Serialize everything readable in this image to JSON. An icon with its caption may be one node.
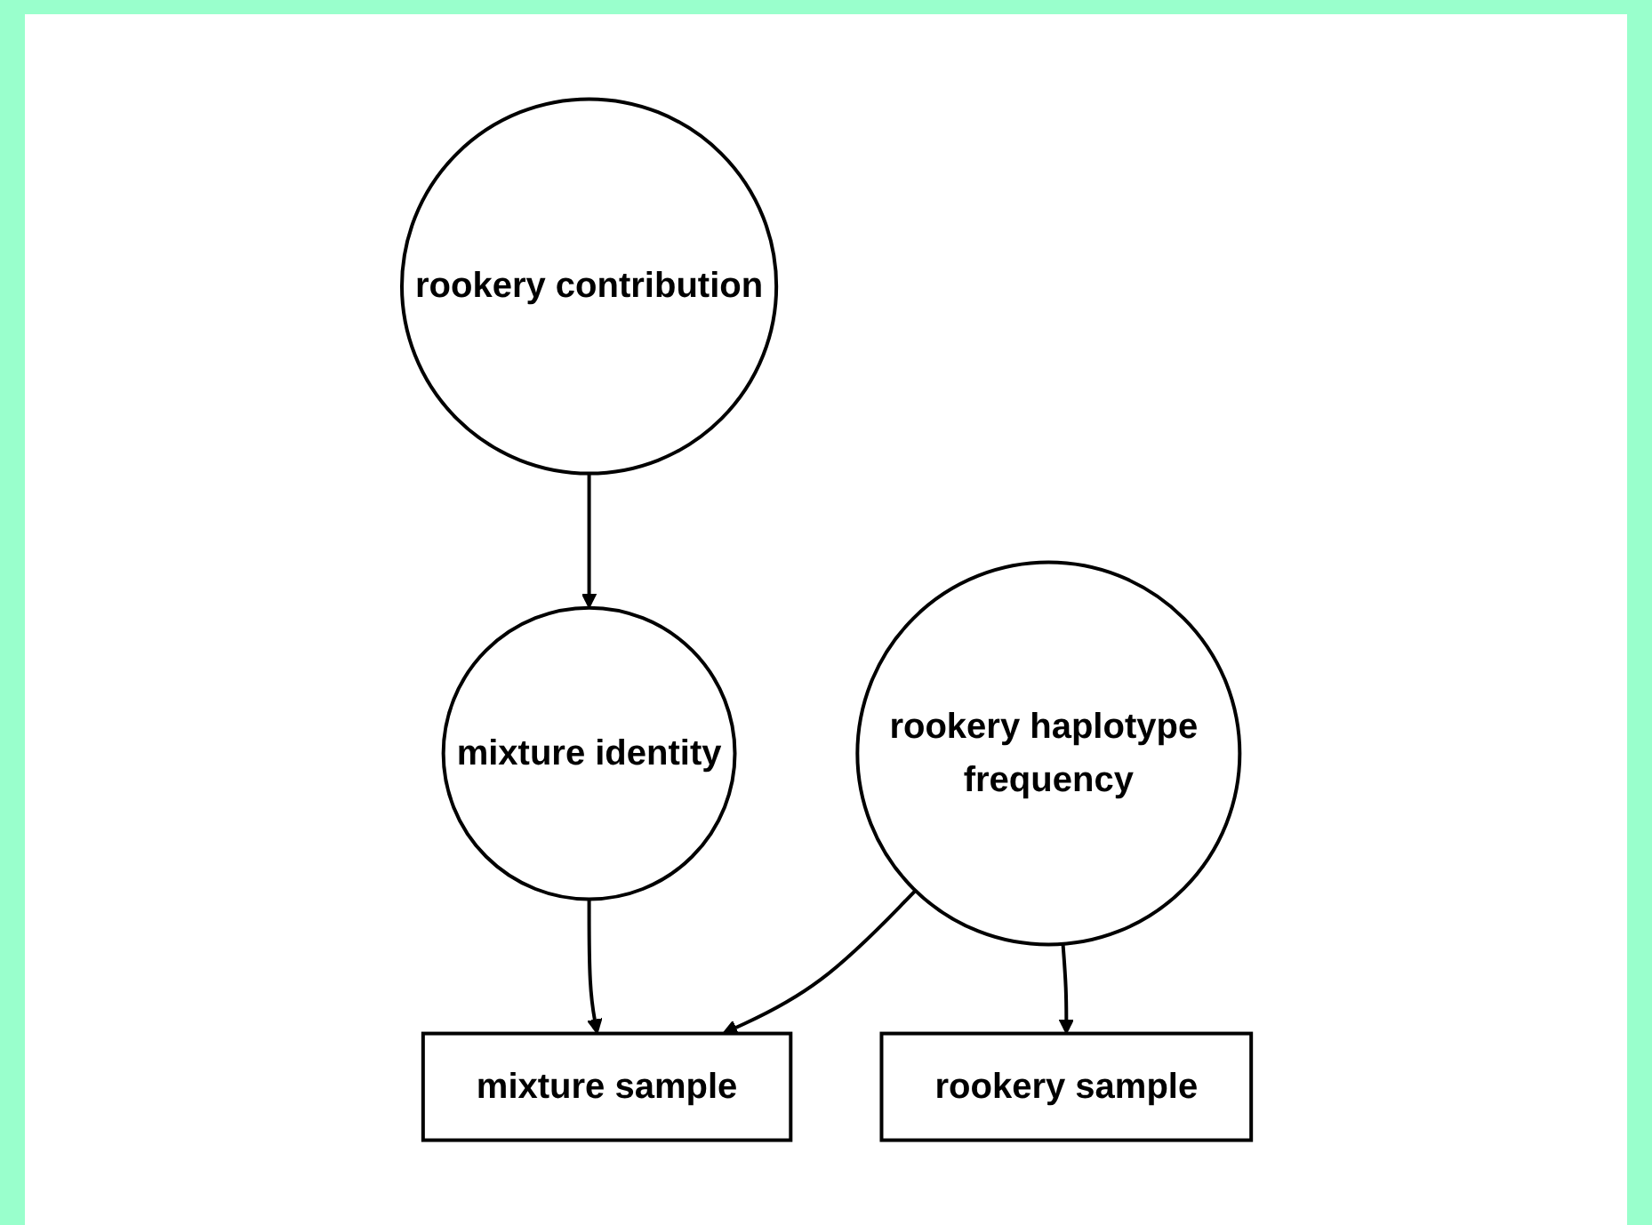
{
  "diagram": {
    "nodes": [
      {
        "text": [
          "mixture identity"
        ]
      },
      {
        "text": [
          "mixture sample"
        ]
      },
      {
        "text": [
          "rookery haplotype frequency"
        ]
      },
      {
        "text": [
          "rookery contribution"
        ]
      },
      {
        "text": [
          "rookery sample"
        ]
      }
    ],
    "edges": [
      {
        "from": 0,
        "to": 1,
        "arrow": "to"
      },
      {
        "from": 2,
        "to": 1,
        "arrow": "to"
      },
      {
        "from": 3,
        "to": 0,
        "arrow": "to"
      },
      {
        "from": 2,
        "to": 4,
        "arrow": "to"
      }
    ]
  }
}
